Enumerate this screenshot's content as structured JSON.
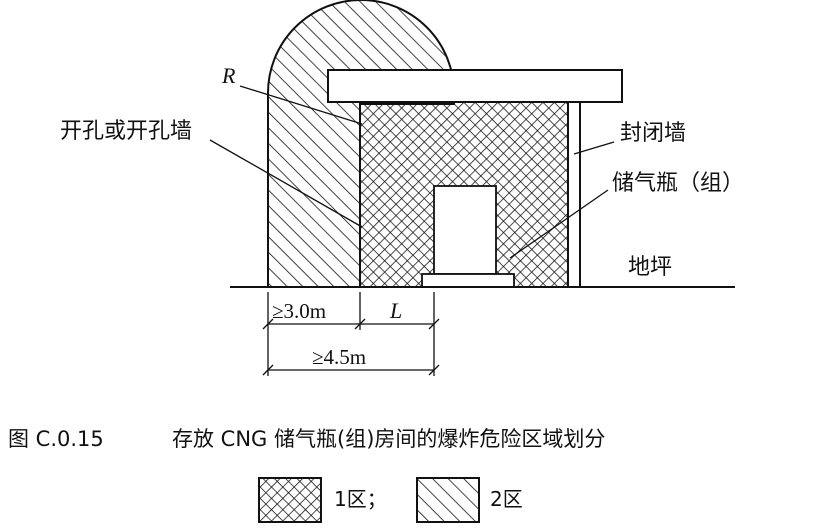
{
  "labels": {
    "radius": "R",
    "opening_wall": "开孔或开孔墙",
    "closed_wall": "封闭墙",
    "cylinder_group": "储气瓶（组）",
    "ground": "地坪"
  },
  "dimensions": {
    "d1": "≥3.0m",
    "d2": "L",
    "d3": "≥4.5m"
  },
  "caption": {
    "number": "图 C.0.15",
    "title": "存放 CNG 储气瓶(组)房间的爆炸危险区域划分"
  },
  "legend": {
    "zone1": "1区；",
    "zone2": "2区"
  }
}
